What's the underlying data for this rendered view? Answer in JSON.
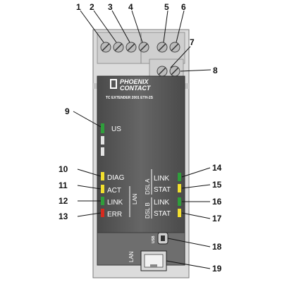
{
  "device": {
    "brand_line1": "PHOENIX",
    "brand_line2": "CONTACT",
    "model": "TC EXTENDER 2001 ETH-2S"
  },
  "leds": {
    "us": "US",
    "diag": "DIAG",
    "act": "ACT",
    "lan_link": "LINK",
    "err": "ERR",
    "lan": "LAN",
    "dsl_a": "DSL A",
    "dsl_a_link": "LINK",
    "dsl_a_stat": "STAT",
    "dsl_b": "DSL B",
    "dsl_b_link": "LINK",
    "dsl_b_stat": "STAT"
  },
  "ports": {
    "usb": "USB",
    "lan": "LAN"
  },
  "callouts": [
    "1",
    "2",
    "3",
    "4",
    "5",
    "6",
    "7",
    "8",
    "9",
    "10",
    "11",
    "12",
    "13",
    "14",
    "15",
    "16",
    "17",
    "18",
    "19"
  ],
  "colors": {
    "housing": "#d9d9d9",
    "panel": "#5a5a5a",
    "led_green": "#2f9e3b",
    "led_yellow": "#f2df2e",
    "led_red": "#d62a1e"
  }
}
